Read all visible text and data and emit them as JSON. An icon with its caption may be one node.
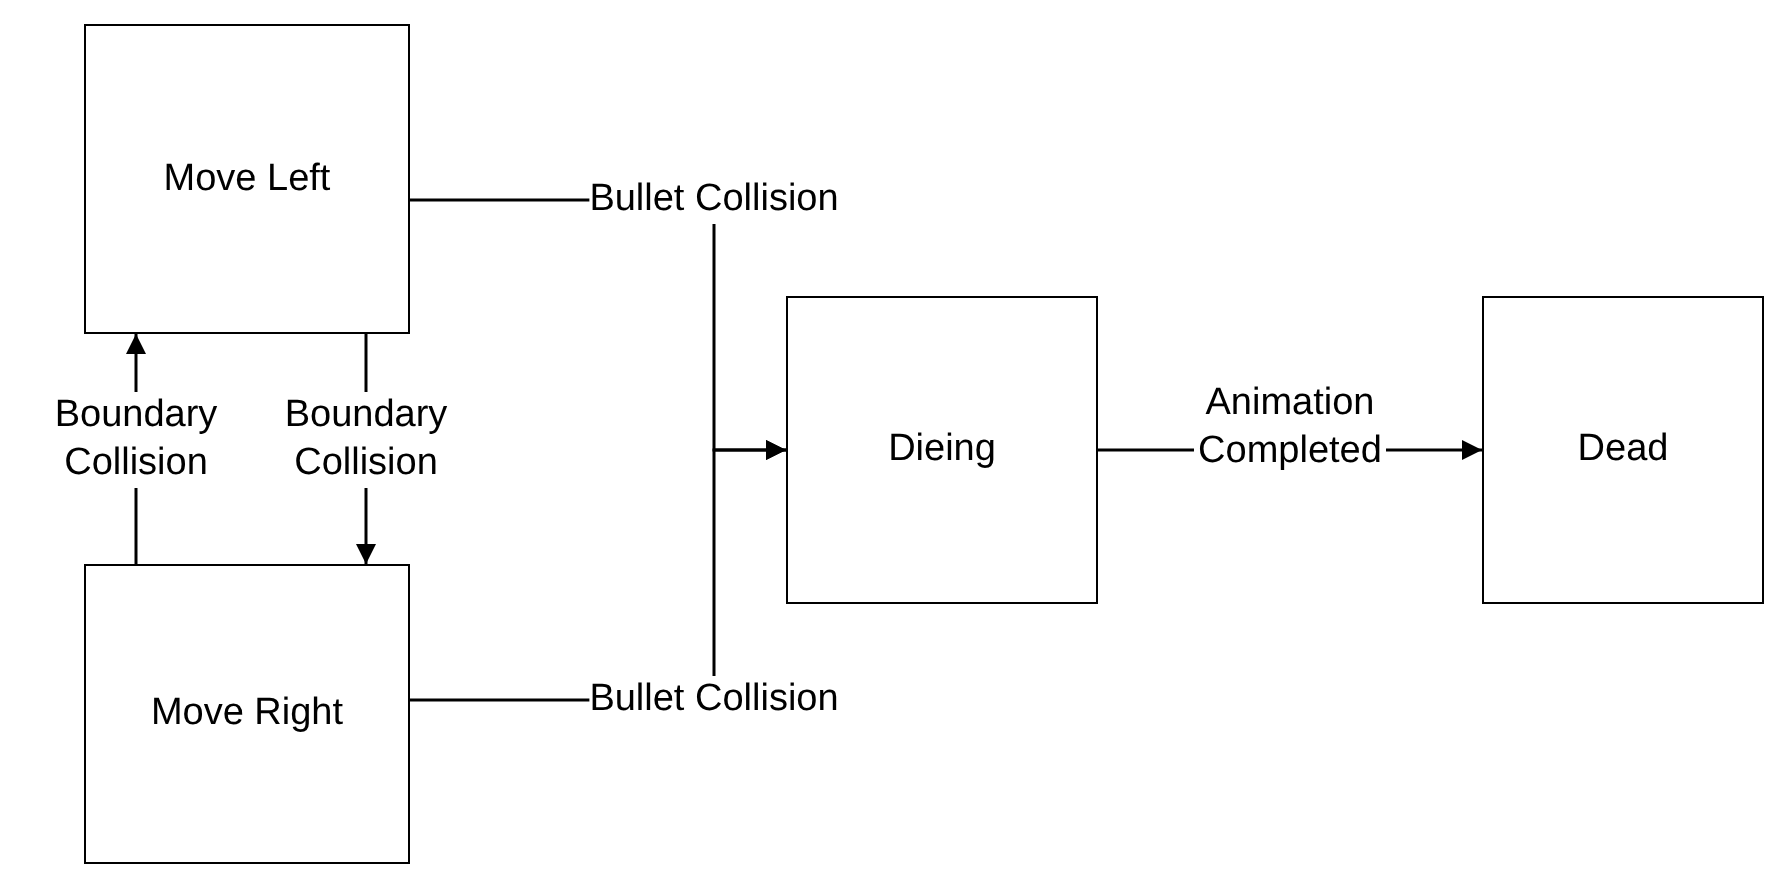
{
  "diagram": {
    "nodes": [
      {
        "text": [
          "Move Left"
        ]
      },
      {
        "text": [
          "Move Right"
        ]
      },
      {
        "text": [
          "Dieing"
        ]
      },
      {
        "text": [
          "Dead"
        ]
      }
    ],
    "edges": [
      {
        "from": 0,
        "to": 1,
        "arrow": "to",
        "label": "Boundary Collision"
      },
      {
        "from": 1,
        "to": 0,
        "arrow": "to",
        "label": "Boundary Collision"
      },
      {
        "from": 0,
        "to": 2,
        "arrow": "to",
        "label": "Bullet Collision"
      },
      {
        "from": 1,
        "to": 2,
        "arrow": "to",
        "label": "Bullet Collision"
      },
      {
        "from": 2,
        "to": 3,
        "arrow": "to",
        "label": "Animation Completed"
      }
    ]
  }
}
